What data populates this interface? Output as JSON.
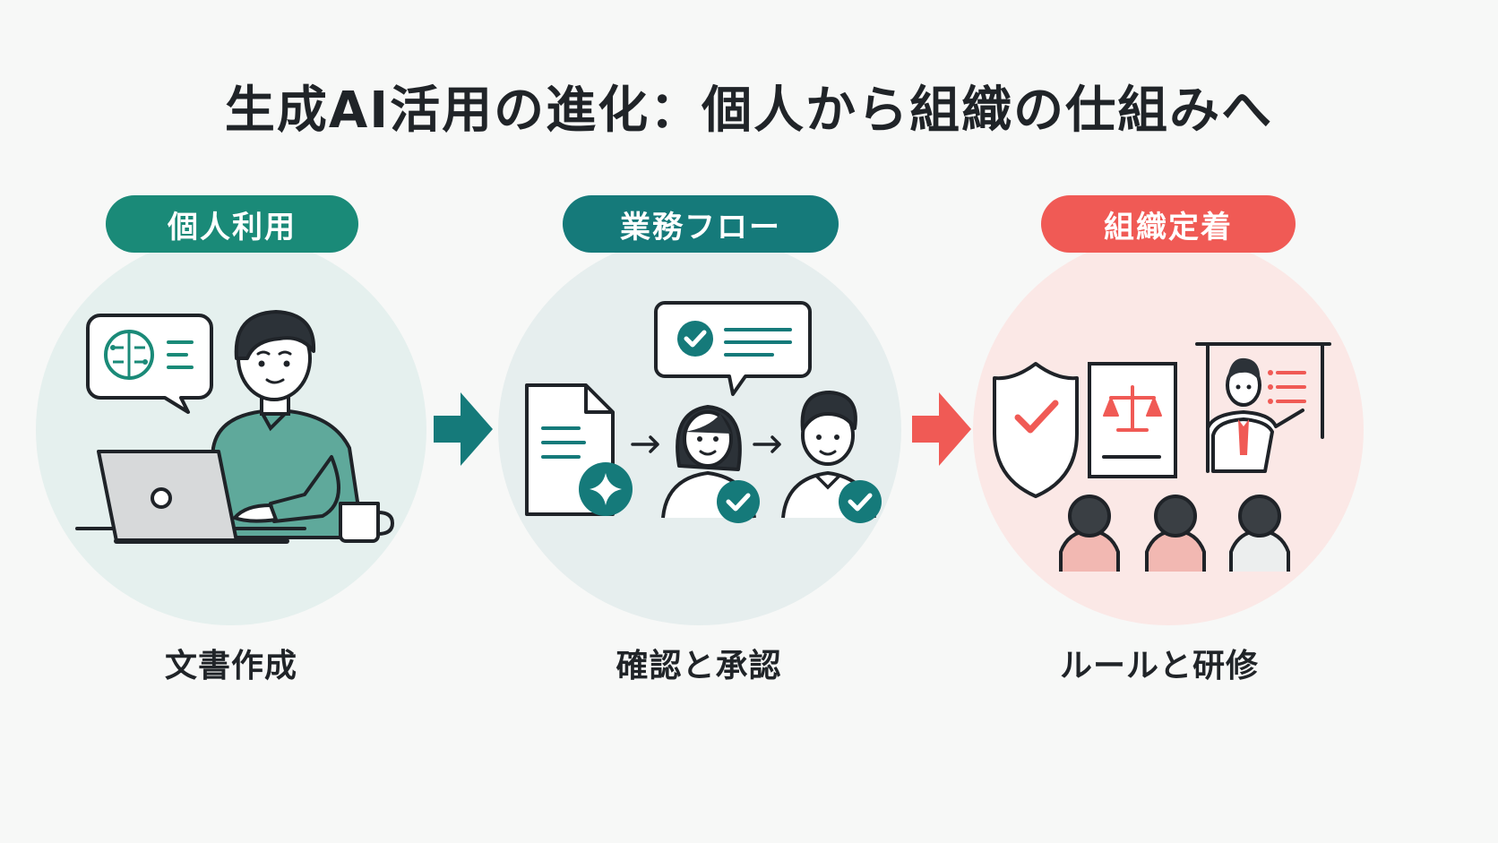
{
  "title": "生成AI活用の進化：個人から組織の仕組みへ",
  "colors": {
    "teal": "#1a8a78",
    "teal_dark": "#157a7a",
    "coral": "#f05a55",
    "circle_teal": "#e6f0ef",
    "circle_blue": "#e6efef",
    "circle_pink": "#fbe9e8",
    "background": "#f7f8f7"
  },
  "stages": [
    {
      "label": "個人利用",
      "caption": "文書作成",
      "color": "#1a8a78",
      "icons": [
        "speech-bubble-brain-icon",
        "person-icon",
        "laptop-icon",
        "mug-icon"
      ]
    },
    {
      "label": "業務フロー",
      "caption": "確認と承認",
      "color": "#157a7a",
      "icons": [
        "document-sparkle-icon",
        "chat-check-icon",
        "woman-check-icon",
        "man-check-icon"
      ]
    },
    {
      "label": "組織定着",
      "caption": "ルールと研修",
      "color": "#f05a55",
      "icons": [
        "shield-check-icon",
        "law-book-icon",
        "presenter-icon",
        "audience-icon"
      ]
    }
  ],
  "arrows": [
    "arrow-right-icon",
    "arrow-right-icon"
  ]
}
